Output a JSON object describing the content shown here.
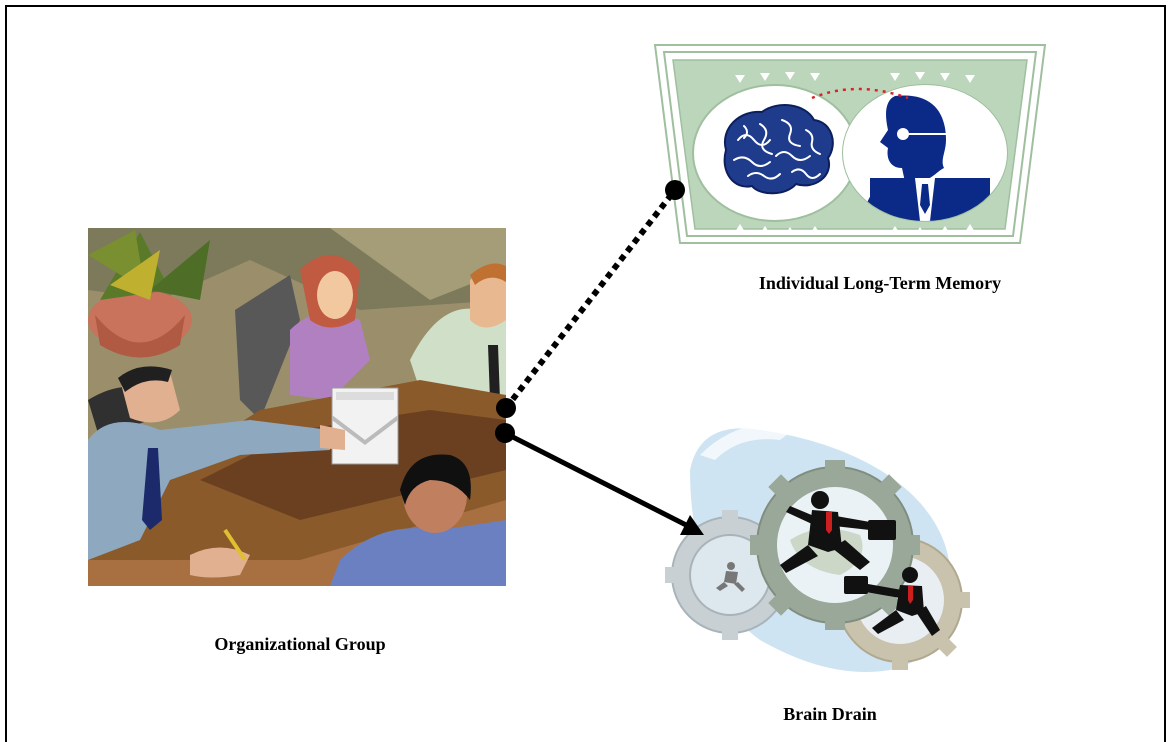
{
  "diagram": {
    "labels": {
      "individual_memory": "Individual Long-Term Memory",
      "organizational_group": "Organizational Group",
      "brain_drain": "Brain Drain"
    },
    "connectors": [
      {
        "from": "organizational-group",
        "to": "individual-long-term-memory",
        "style": "dotted",
        "ends": "dot-dot"
      },
      {
        "from": "organizational-group",
        "to": "brain-drain",
        "style": "solid",
        "ends": "dot-arrow"
      }
    ],
    "colors": {
      "memory_card_bg": "#bcd6bc",
      "memory_card_border": "#9fbf9f",
      "brain_blue": "#1f3c8c",
      "profile_blue": "#0b2a88",
      "dotted_arc": "#e02020",
      "gears_bg": "#cfe4f2"
    },
    "icons": [
      "brain-icon",
      "profile-head-icon",
      "meeting-clipart",
      "running-businessmen-gears-clipart"
    ]
  }
}
